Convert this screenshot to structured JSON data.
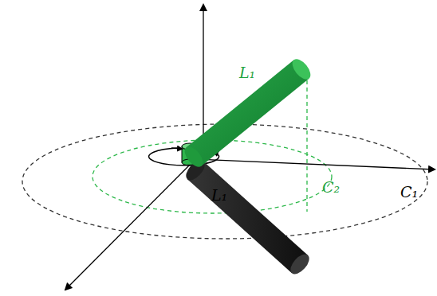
{
  "diagram": {
    "labels": [
      "L₁",
      "C₂",
      "C₁",
      "L₁"
    ]
  }
}
